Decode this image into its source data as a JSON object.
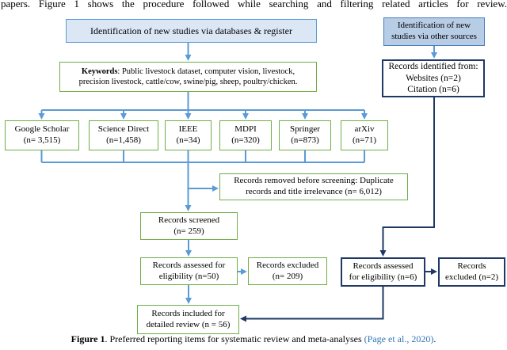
{
  "page": {
    "intro_text": "papers. Figure 1 shows the procedure followed while searching and filtering related articles for review.",
    "caption": {
      "label": "Figure 1",
      "text": ". Preferred reporting items for systematic review and meta-analyses ",
      "link": "(Page et al., 2020)",
      "suffix": "."
    }
  },
  "colors": {
    "light_blue": "#5b9bd5",
    "navy": "#1f3864",
    "green": "#70ad47",
    "header_fill": "#dbe7f5",
    "other_fill": "#b7cce5",
    "other_border": "#4a7dbd",
    "link_blue": "#2e74b5"
  },
  "flowchart": {
    "db_header": "Identification of new studies via databases & register",
    "other_header": "Identification of new\nstudies via other sources",
    "keywords": {
      "label": "Keywords",
      "text": ": Public livestock dataset, computer vision, livestock,\nprecision livestock, cattle/cow, swine/pig, sheep, poultry/chicken."
    },
    "records_identified": "Records identified from:\nWebsites (n=2)\nCitation (n=6)",
    "databases": [
      {
        "name": "Google Scholar",
        "count": "(n= 3,515)"
      },
      {
        "name": "Science Direct",
        "count": "(n=1,458)"
      },
      {
        "name": "IEEE",
        "count": "(n=34)"
      },
      {
        "name": "MDPI",
        "count": "(n=320)"
      },
      {
        "name": "Springer",
        "count": "(n=873)"
      },
      {
        "name": "arXiv",
        "count": "(n=71)"
      }
    ],
    "records_removed": "Records removed before screening: Duplicate\nrecords and title irrelevance (n= 6,012)",
    "records_screened": "Records screened\n(n= 259)",
    "records_assessed": "Records assessed for\neligibility (n=50)",
    "records_excluded": "Records excluded\n(n= 209)",
    "records_assessed_other": "Records assessed\nfor eligibility (n=6)",
    "records_excluded_other": "Records\nexcluded (n=2)",
    "records_included": "Records included for\ndetailed review (n = 56)"
  }
}
